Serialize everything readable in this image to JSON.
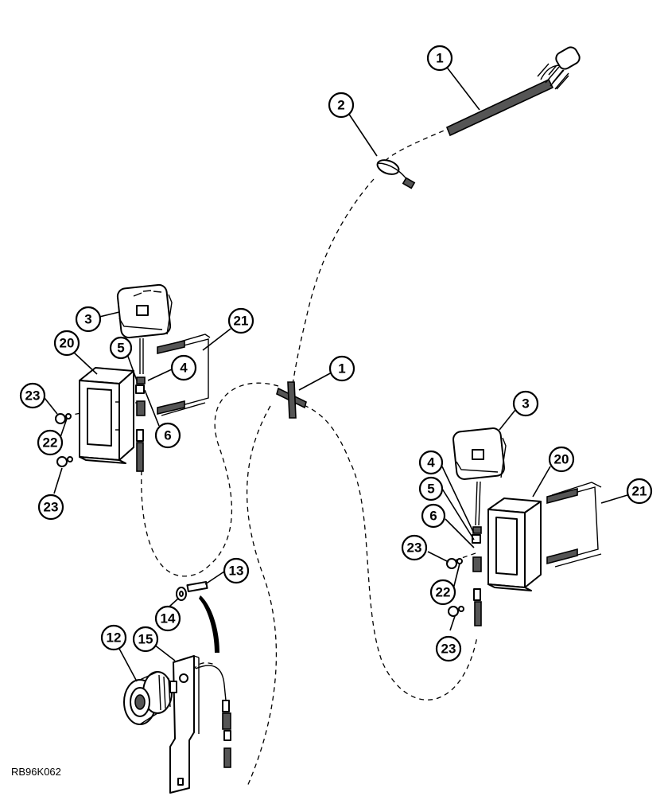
{
  "figure": {
    "reference_code": "RB96K062"
  },
  "callouts": [
    {
      "id": "c1-top",
      "label": "1"
    },
    {
      "id": "c2",
      "label": "2"
    },
    {
      "id": "c1-mid",
      "label": "1"
    },
    {
      "id": "c3-left",
      "label": "3"
    },
    {
      "id": "c20-left",
      "label": "20"
    },
    {
      "id": "c21-left",
      "label": "21"
    },
    {
      "id": "c5-left",
      "label": "5"
    },
    {
      "id": "c4-left",
      "label": "4"
    },
    {
      "id": "c6-left",
      "label": "6"
    },
    {
      "id": "c23-left-top",
      "label": "23"
    },
    {
      "id": "c22-left",
      "label": "22"
    },
    {
      "id": "c23-left-bottom",
      "label": "23"
    },
    {
      "id": "c3-right",
      "label": "3"
    },
    {
      "id": "c20-right",
      "label": "20"
    },
    {
      "id": "c21-right",
      "label": "21"
    },
    {
      "id": "c4-right",
      "label": "4"
    },
    {
      "id": "c5-right",
      "label": "5"
    },
    {
      "id": "c6-right",
      "label": "6"
    },
    {
      "id": "c23-right-top",
      "label": "23"
    },
    {
      "id": "c22-right",
      "label": "22"
    },
    {
      "id": "c23-right-bottom",
      "label": "23"
    },
    {
      "id": "c13",
      "label": "13"
    },
    {
      "id": "c14",
      "label": "14"
    },
    {
      "id": "c12",
      "label": "12"
    },
    {
      "id": "c15",
      "label": "15"
    }
  ]
}
